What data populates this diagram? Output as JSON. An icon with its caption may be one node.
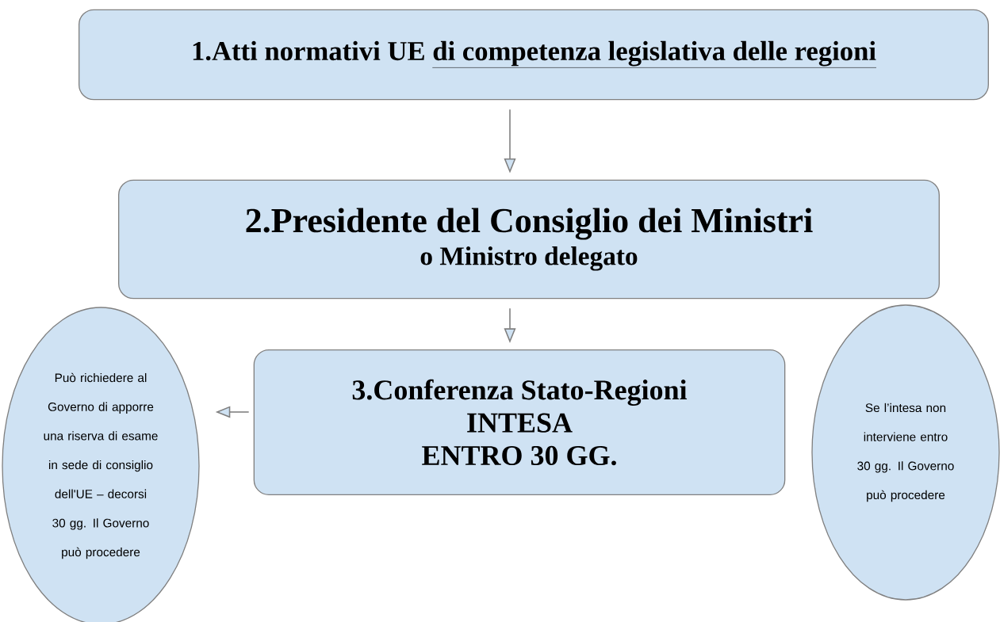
{
  "diagram": {
    "nodes": [
      {
        "text": [
          "1.Atti normativi UE",
          "di competenza legislativa delle regioni"
        ]
      },
      {
        "text": [
          "2.Presidente del Consiglio dei Ministri",
          "o Ministro delegato"
        ]
      },
      {
        "text": [
          "3.Conferenza Stato-Regioni",
          "INTESA",
          "ENTRO 30 GG."
        ]
      },
      {
        "text": [
          "Può richiedere al Governo di apporre una riserva di esame in sede di consiglio dell'UE – decorsi 30 gg. Il Governo può procedere"
        ]
      },
      {
        "text": [
          "Se l’intesa non interviene entro 30 gg. Il Governo può procedere"
        ]
      }
    ],
    "edges": [
      {
        "from": 0,
        "to": 1,
        "arrow": "to"
      },
      {
        "from": 1,
        "to": 2,
        "arrow": "to"
      },
      {
        "from": 2,
        "to": 3,
        "arrow": "to"
      }
    ]
  }
}
